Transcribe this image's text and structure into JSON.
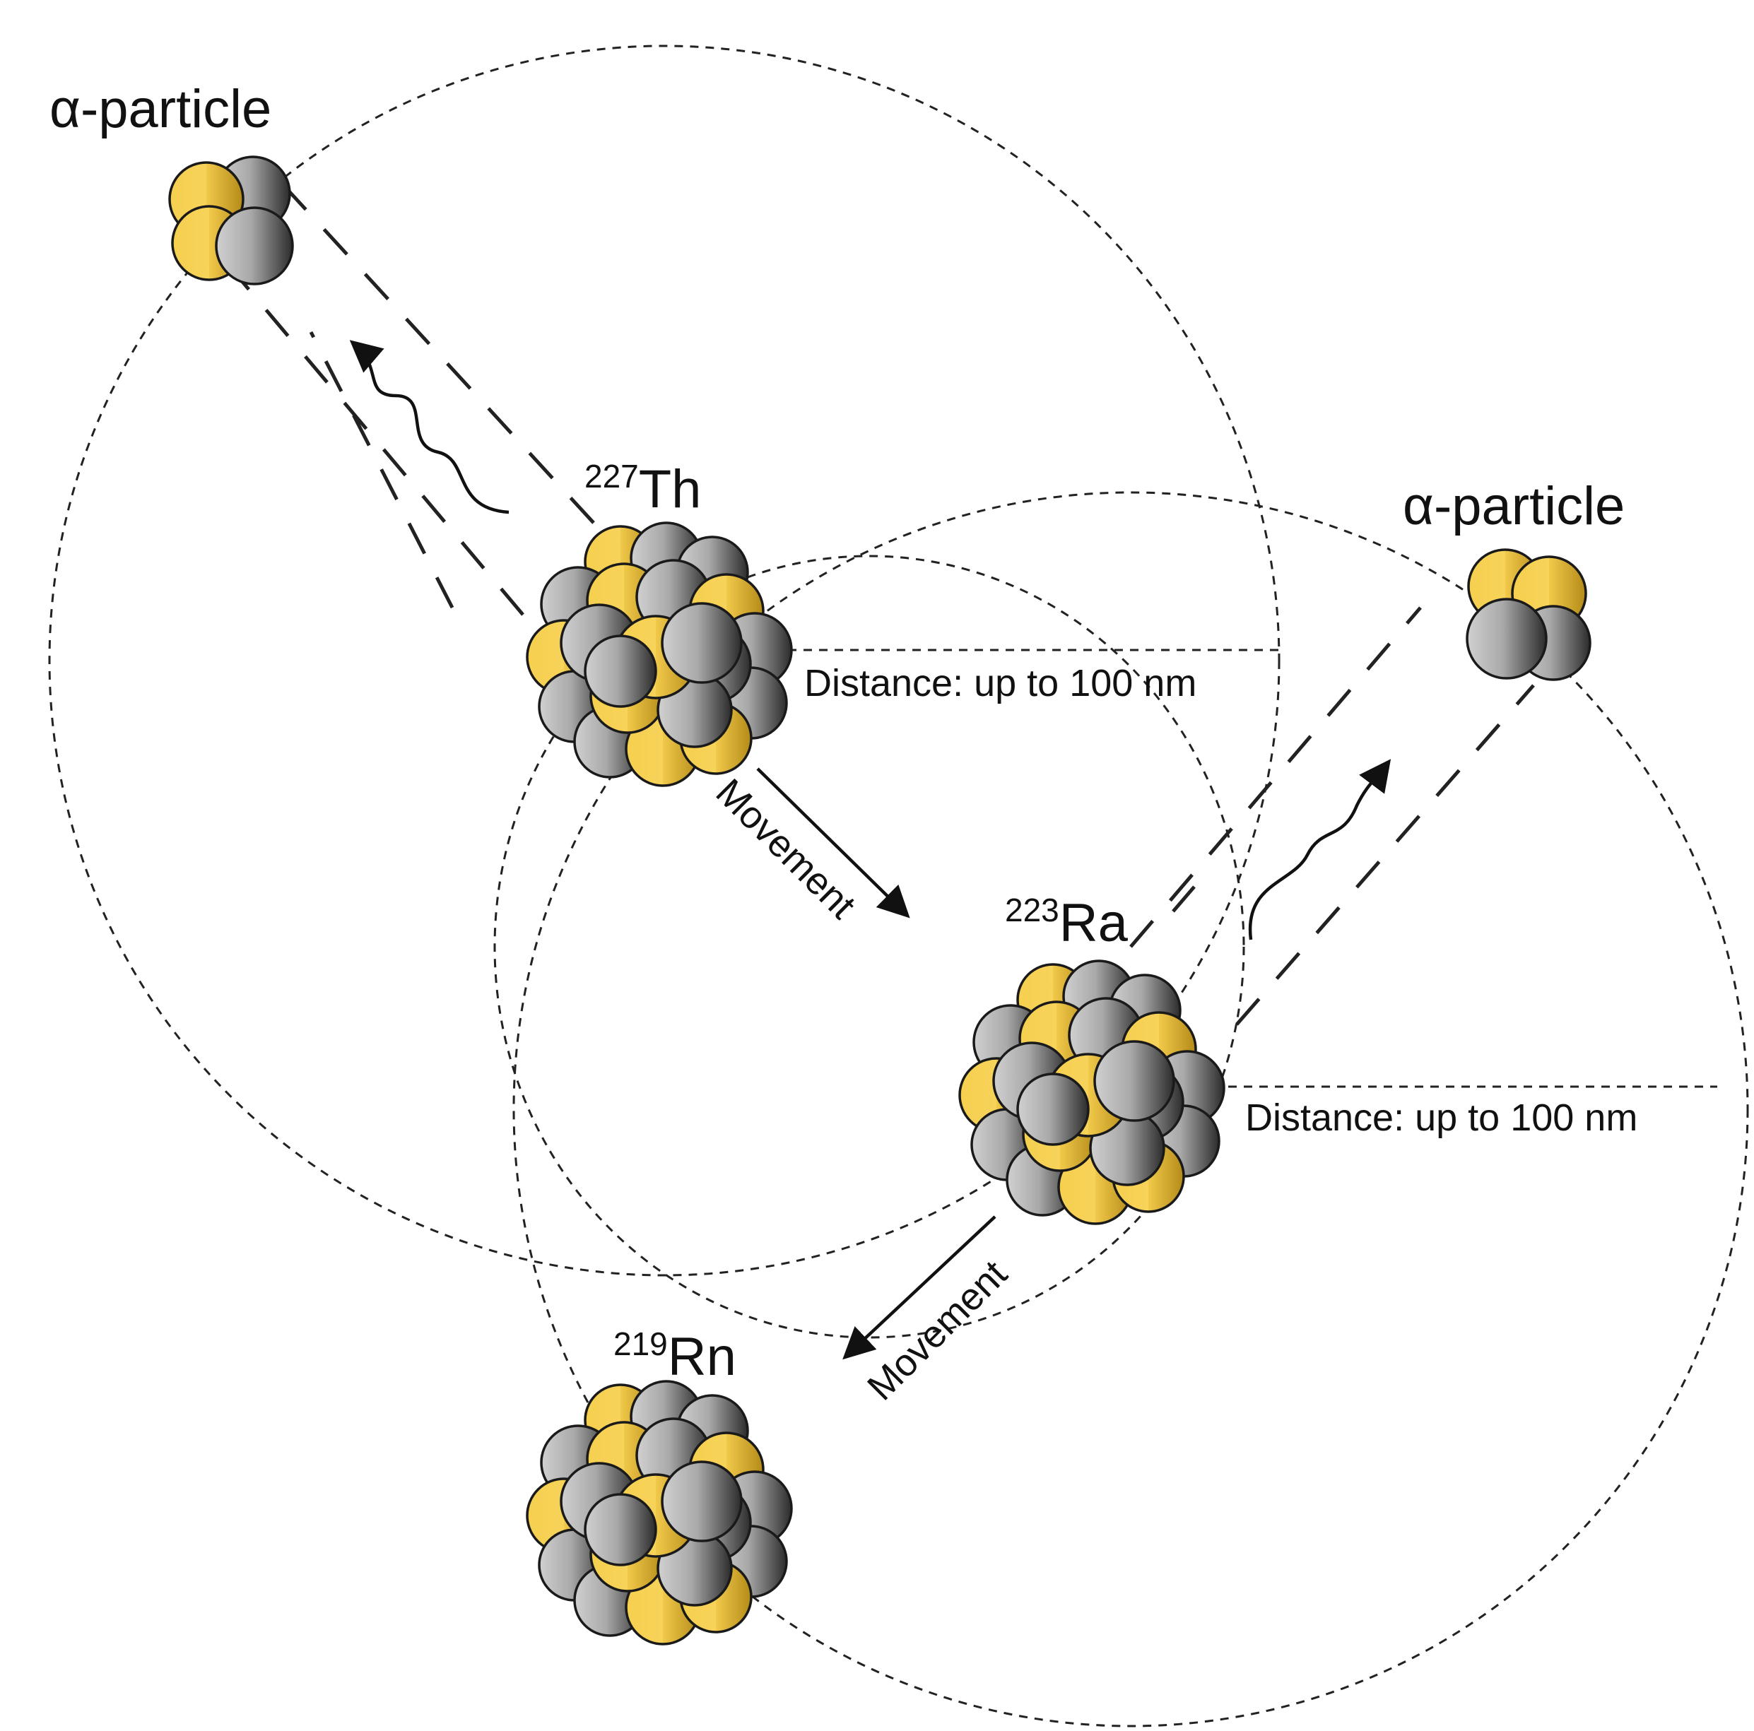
{
  "labels": {
    "alpha_top_left": "α-particle",
    "alpha_right": "α-particle",
    "thorium": {
      "mass": "227",
      "symbol": "Th"
    },
    "radium": {
      "mass": "223",
      "symbol": "Ra"
    },
    "radon": {
      "mass": "219",
      "symbol": "Rn"
    },
    "distance_th": "Distance: up to 100 nm",
    "distance_ra": "Distance: up to 100 nm",
    "movement_1": "Movement",
    "movement_2": "Movement"
  },
  "colors": {
    "proton_gold": "#f2c94c",
    "neutron_gray": "#8a8a8a",
    "dashed_line": "#222222",
    "background": "#ffffff"
  }
}
